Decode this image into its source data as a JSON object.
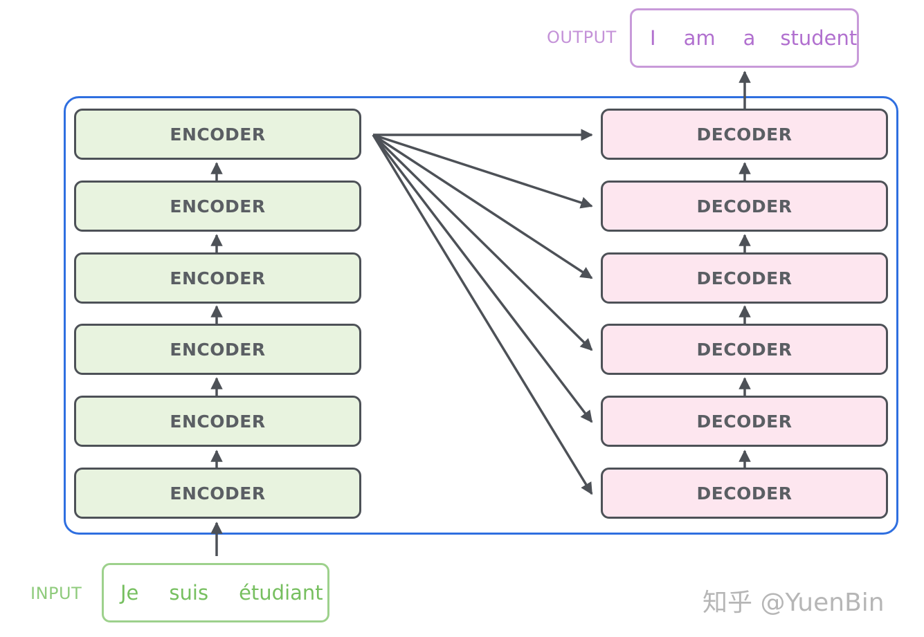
{
  "input": {
    "label": "INPUT",
    "words": [
      "Je",
      "suis",
      "étudiant"
    ]
  },
  "output": {
    "label": "OUTPUT",
    "words": [
      "I",
      "am",
      "a",
      "student"
    ]
  },
  "encoders": [
    {
      "label": "ENCODER"
    },
    {
      "label": "ENCODER"
    },
    {
      "label": "ENCODER"
    },
    {
      "label": "ENCODER"
    },
    {
      "label": "ENCODER"
    },
    {
      "label": "ENCODER"
    }
  ],
  "decoders": [
    {
      "label": "DECODER"
    },
    {
      "label": "DECODER"
    },
    {
      "label": "DECODER"
    },
    {
      "label": "DECODER"
    },
    {
      "label": "DECODER"
    },
    {
      "label": "DECODER"
    }
  ],
  "watermark": "知乎 @YuenBin",
  "colors": {
    "frame": "#2f6fe0",
    "encoder_fill": "#e8f3df",
    "decoder_fill": "#fde6ef",
    "input_text": "#76bf5f",
    "output_text": "#b170cf",
    "arrow": "#4d5157"
  }
}
